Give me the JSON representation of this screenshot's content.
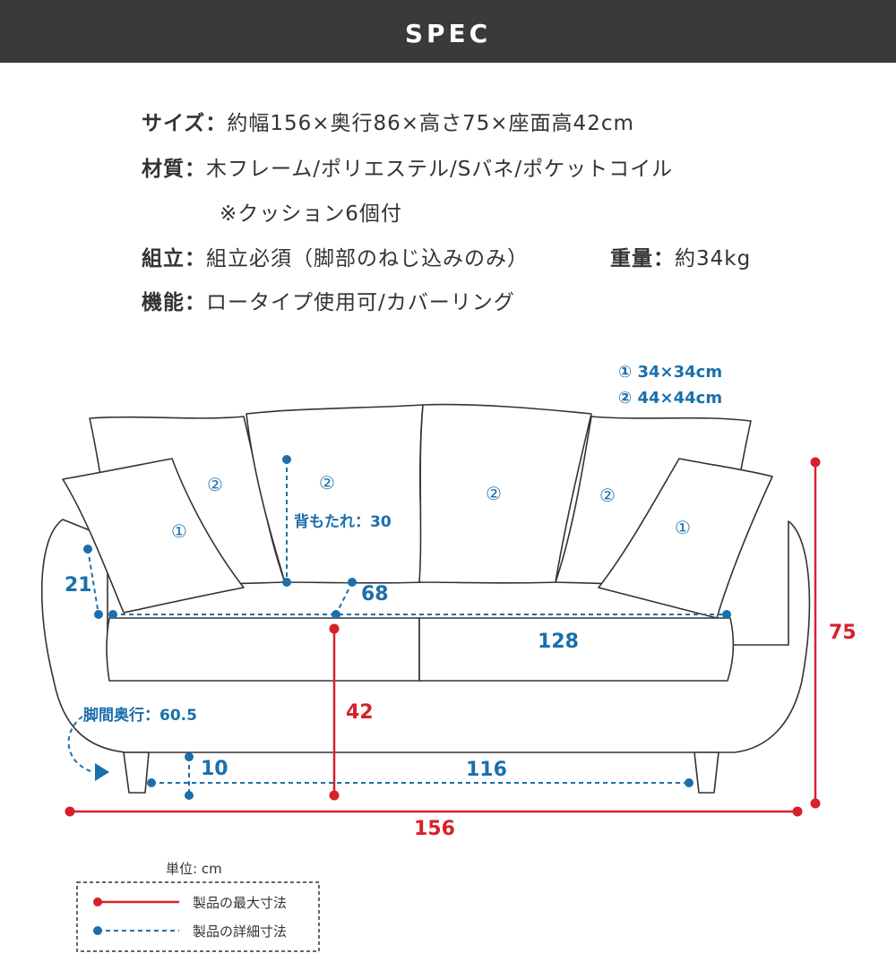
{
  "header": {
    "title": "SPEC"
  },
  "spec": {
    "size_label": "サイズ：",
    "size_value": "約幅156×奥行86×高さ75×座面高42cm",
    "material_label": "材質：",
    "material_value": "木フレーム/ポリエステル/Sバネ/ポケットコイル",
    "material_note": "※クッション6個付",
    "assembly_label": "組立：",
    "assembly_value": "組立必須（脚部のねじ込みのみ）",
    "weight_label": "重量：",
    "weight_value": "約34kg",
    "function_label": "機能：",
    "function_value": "ロータイプ使用可/カバーリング"
  },
  "diagram": {
    "cushion_legend_1": "① 34×34cm",
    "cushion_legend_2": "② 44×44cm",
    "cushion_mark_1": "①",
    "cushion_mark_2": "②",
    "backrest_label": "背もたれ：30",
    "dim_21": "21",
    "dim_68": "68",
    "dim_128": "128",
    "dim_75": "75",
    "dim_42": "42",
    "leg_depth_label": "脚間奥行：60.5",
    "dim_10": "10",
    "dim_116": "116",
    "dim_156": "156",
    "colors": {
      "max_dimension": "#d7202b",
      "detail_dimension": "#1a6fad",
      "outline": "#333333"
    }
  },
  "legend": {
    "unit": "単位: cm",
    "max_label": "製品の最大寸法",
    "detail_label": "製品の詳細寸法"
  }
}
